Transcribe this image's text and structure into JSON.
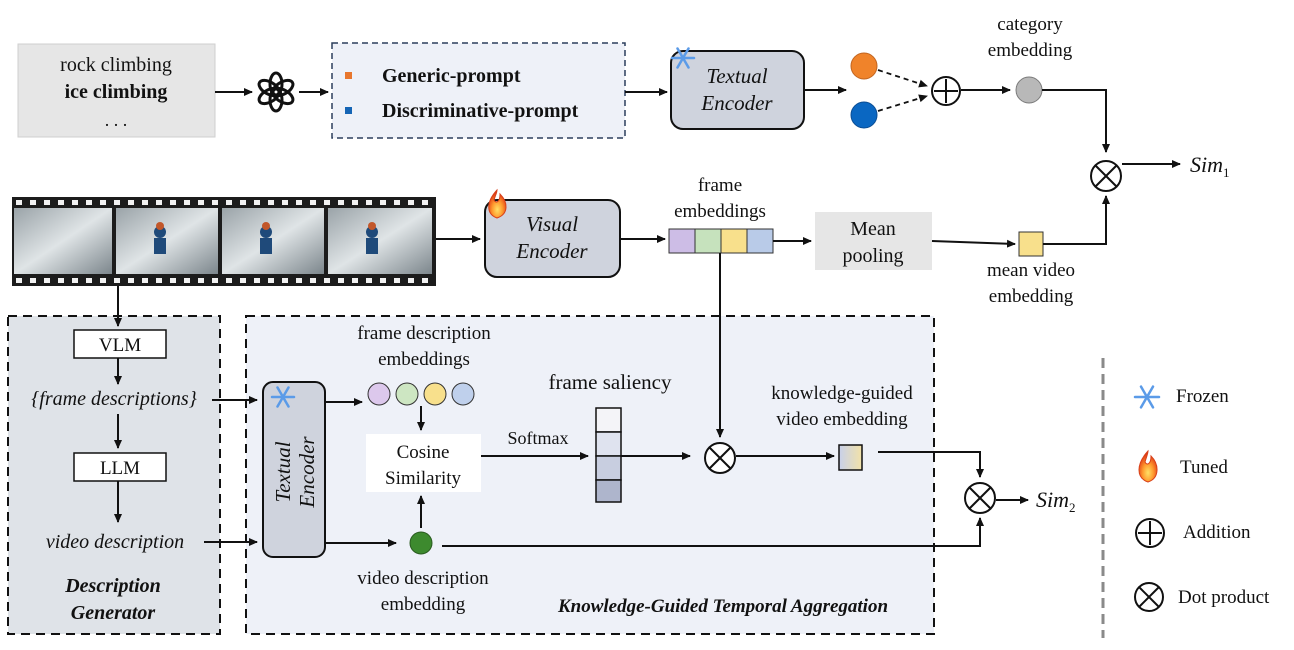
{
  "input_box": {
    "line1": "rock climbing",
    "line2": "ice climbing",
    "line3": ". . ."
  },
  "prompt_box": {
    "generic": "Generic-prompt",
    "discriminative": "Discriminative-prompt",
    "generic_color": "#e8772e",
    "discriminative_color": "#1565b5"
  },
  "top_encoder": {
    "line1": "Textual",
    "line2": "Encoder"
  },
  "category_label": {
    "line1": "category",
    "line2": "embedding"
  },
  "sim1": {
    "base": "Sim",
    "sub": "1"
  },
  "sim2": {
    "base": "Sim",
    "sub": "2"
  },
  "visual_encoder": {
    "line1": "Visual",
    "line2": "Encoder"
  },
  "frame_emb_label": {
    "line1": "frame",
    "line2": "embeddings"
  },
  "mean_pooling": {
    "line1": "Mean",
    "line2": "pooling"
  },
  "mean_video_label": {
    "line1": "mean video",
    "line2": "embedding"
  },
  "desc_gen": {
    "vlm": "VLM",
    "frame_desc": "{frame descriptions}",
    "llm": "LLM",
    "video_desc": "video description",
    "title1": "Description",
    "title2": "Generator"
  },
  "kgta": {
    "encoder_line1": "Textual",
    "encoder_line2": "Encoder",
    "fd_emb_line1": "frame description",
    "fd_emb_line2": "embeddings",
    "cos_line1": "Cosine",
    "cos_line2": "Similarity",
    "softmax": "Softmax",
    "saliency": "frame saliency",
    "kg_line1": "knowledge-guided",
    "kg_line2": "video embedding",
    "vd_emb_line1": "video description",
    "vd_emb_line2": "embedding",
    "title": "Knowledge-Guided Temporal Aggregation"
  },
  "legend": {
    "frozen": "Frozen",
    "tuned": "Tuned",
    "addition": "Addition",
    "dot": "Dot product"
  },
  "colors": {
    "orange": "#f0832a",
    "blue": "#0a67c2",
    "gray_circle": "#b8b8b8",
    "green": "#3d8a2e",
    "accent_red": "#c0141c",
    "encoder_fill": "#cfd3dd",
    "panel_left": "#dfe3e8",
    "panel_right": "#eef1f8"
  }
}
